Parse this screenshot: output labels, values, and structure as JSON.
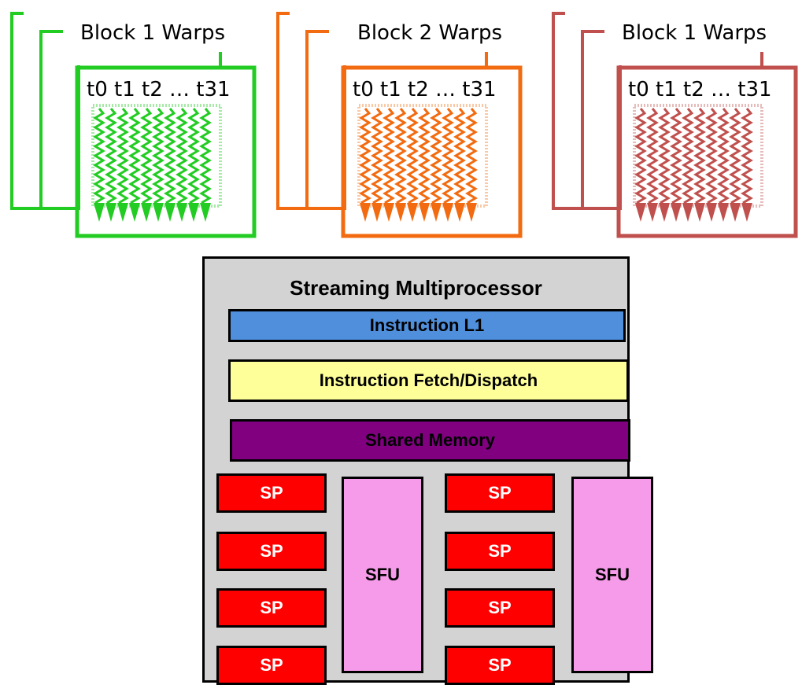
{
  "blocks": [
    {
      "title": "Block 1 Warps",
      "threads": "t0 t1 t2 … t31",
      "color": "#22cc22",
      "light": "#a7eaa7"
    },
    {
      "title": "Block 2 Warps",
      "threads": "t0 t1 t2 … t31",
      "color": "#f26b10",
      "light": "#f9c9a6"
    },
    {
      "title": "Block 1 Warps",
      "threads": "t0 t1 t2 … t31",
      "color": "#c0504d",
      "light": "#e6bcbb"
    }
  ],
  "sm": {
    "title": "Streaming Multiprocessor",
    "instruction_l1": {
      "label": "Instruction L1",
      "color": "#4f8fdc"
    },
    "fetch_dispatch": {
      "label": "Instruction Fetch/Dispatch",
      "color": "#ffff99"
    },
    "shared_memory": {
      "label": "Shared Memory",
      "color": "#800080"
    },
    "sp_label": "SP",
    "sfu_label": "SFU",
    "sp_color": "#ff0000",
    "sfu_color": "#f59be9"
  }
}
